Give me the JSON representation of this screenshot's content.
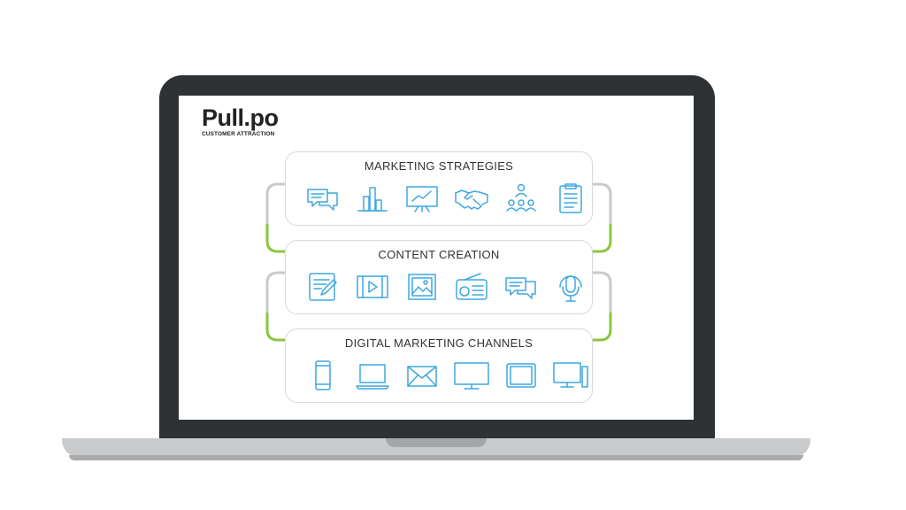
{
  "brand": {
    "name": "Pull.po",
    "tagline": "CUSTOMER ATTRACTION"
  },
  "colors": {
    "icon": "#3fa7e0",
    "arrow_green": "#8cc63f",
    "connector_gray": "#c8cacc",
    "bezel": "#2f3234"
  },
  "sections": [
    {
      "title": "MARKETING STRATEGIES",
      "icons": [
        "chat-bubbles-icon",
        "bar-chart-icon",
        "presentation-board-icon",
        "handshake-icon",
        "team-hierarchy-icon",
        "clipboard-checklist-icon"
      ]
    },
    {
      "title": "CONTENT CREATION",
      "icons": [
        "document-edit-icon",
        "video-film-icon",
        "image-picture-icon",
        "radio-icon",
        "chat-bubbles-icon",
        "podcast-microphone-icon"
      ]
    },
    {
      "title": "DIGITAL MARKETING CHANNELS",
      "icons": [
        "smartphone-icon",
        "laptop-icon",
        "email-envelope-icon",
        "monitor-icon",
        "tablet-icon",
        "desktop-computer-icon"
      ]
    }
  ]
}
